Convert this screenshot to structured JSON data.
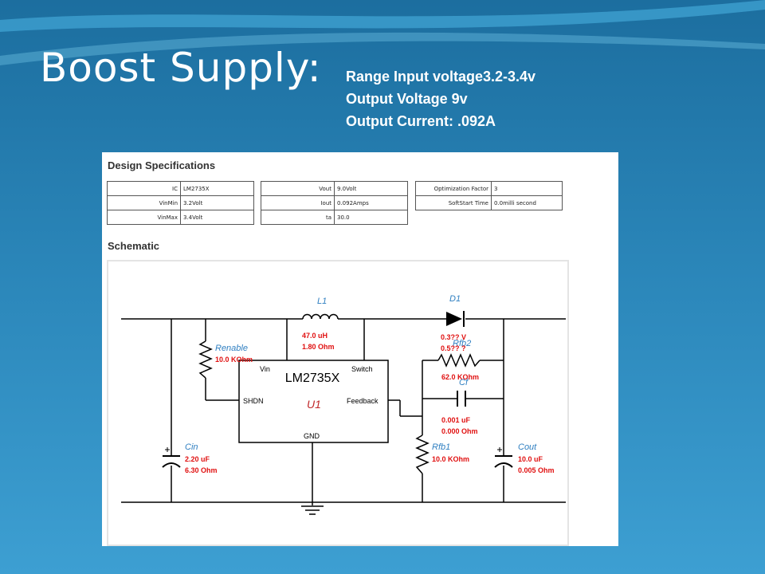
{
  "slide": {
    "title": "Boost Supply:",
    "specs": [
      "Range Input voltage3.2-3.4v",
      "Output Voltage 9v",
      "Output Current: .092A"
    ]
  },
  "panel": {
    "design_heading": "Design Specifications",
    "schematic_heading": "Schematic",
    "tables": [
      [
        [
          "IC",
          "LM2735X"
        ],
        [
          "VinMin",
          "3.2Volt"
        ],
        [
          "VinMax",
          "3.4Volt"
        ]
      ],
      [
        [
          "Vout",
          "9.0Volt"
        ],
        [
          "Iout",
          "0.092Amps"
        ],
        [
          "ta",
          "30.0"
        ]
      ],
      [
        [
          "Optimization Factor",
          "3"
        ],
        [
          "SoftStart Time",
          "0.0milli second"
        ]
      ]
    ]
  },
  "schematic": {
    "ic_name": "LM2735X",
    "ic_ref": "U1",
    "pins": {
      "vin": "Vin",
      "switch": "Switch",
      "shdn": "SHDN",
      "feedback": "Feedback",
      "gnd": "GND"
    },
    "L1": {
      "ref": "L1",
      "v1": "47.0 uH",
      "v2": "1.80 Ohm"
    },
    "D1": {
      "ref": "D1",
      "v1": "0.3?? V",
      "v2": "0.5?? ?"
    },
    "Renable": {
      "ref": "Renable",
      "v1": "10.0 KOhm"
    },
    "Rfb2": {
      "ref": "Rfb2",
      "v1": "62.0 KOhm"
    },
    "Cf": {
      "ref": "Cf",
      "v1": "0.001 uF",
      "v2": "0.000 Ohm"
    },
    "Rfb1": {
      "ref": "Rfb1",
      "v1": "10.0 KOhm"
    },
    "Cin": {
      "ref": "Cin",
      "v1": "2.20 uF",
      "v2": "6.30 Ohm"
    },
    "Cout": {
      "ref": "Cout",
      "v1": "10.0 uF",
      "v2": "0.005 Ohm"
    },
    "colors": {
      "wire": "#000000",
      "label_blue": "#2f7fc1",
      "value_red": "#e01010",
      "ic_ref": "#c0282a"
    }
  }
}
